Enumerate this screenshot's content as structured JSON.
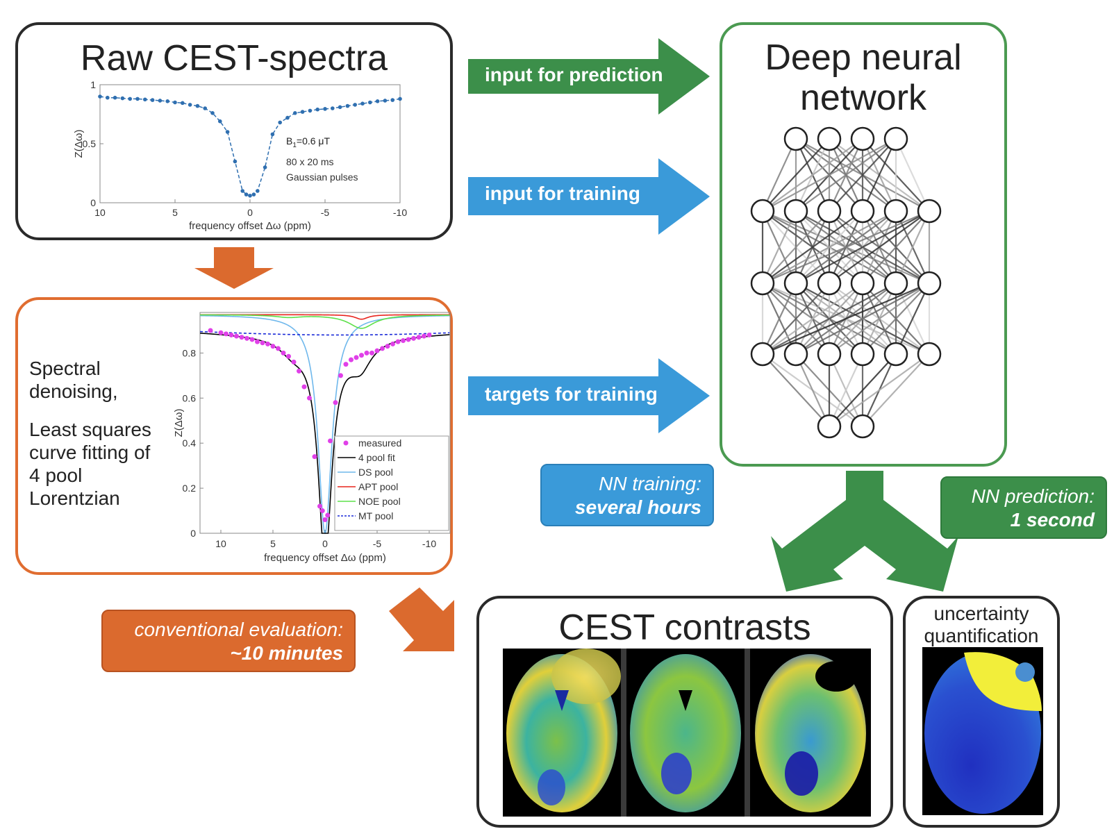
{
  "raw_spectra": {
    "title": "Raw CEST-spectra",
    "annotation": [
      "B1=0.6 μT",
      "80 x 20 ms",
      "Gaussian pulses"
    ],
    "annotation_b": "B",
    "annotation_sub": "1",
    "annotation_rest": "=0.6 μT"
  },
  "fit_panel": {
    "description_1": [
      "Spectral",
      "denoising,"
    ],
    "description_2": [
      "Least squares",
      "curve fitting of",
      "4 pool",
      "Lorentzian"
    ]
  },
  "network": {
    "title_line1": "Deep neural",
    "title_line2": "network"
  },
  "arrows": {
    "input_prediction": "input for prediction",
    "input_training": "input for training",
    "targets_training": "targets for training"
  },
  "timings": {
    "nn_training_label": "NN training:",
    "nn_training_value": "several hours",
    "nn_prediction_label": "NN prediction:",
    "nn_prediction_value": "1 second",
    "conventional_label": "conventional evaluation:",
    "conventional_value": "~10 minutes"
  },
  "contrasts": {
    "title": "CEST contrasts",
    "uncertainty_line1": "uncertainty",
    "uncertainty_line2": "quantification"
  },
  "colors": {
    "green": "#3c8f4a",
    "blue": "#3a9ad9",
    "orange": "#db6a2e",
    "dark": "#2a2a2a",
    "green_border": "#4b9a51",
    "orange_border": "#e06d30"
  },
  "chart_data": [
    {
      "type": "scatter",
      "title": "",
      "xlabel": "frequency offset Δω (ppm)",
      "ylabel": "Z(Δω)",
      "xlim": [
        10,
        -10
      ],
      "ylim": [
        0,
        1
      ],
      "xticks": [
        10,
        5,
        0,
        -5,
        -10
      ],
      "yticks": [
        0,
        0.5,
        1
      ],
      "ytick_labels": [
        "0",
        "0.5",
        "1"
      ],
      "xtick_labels": [
        "10",
        "5",
        "0",
        "-5",
        "-10"
      ],
      "series": [
        {
          "x": [
            10,
            9.5,
            9,
            8.5,
            8,
            7.5,
            7,
            6.5,
            6,
            5.5,
            5,
            4.5,
            4,
            3.5,
            3,
            2.5,
            2,
            1.5,
            1,
            0.5,
            0.25,
            0,
            -0.25,
            -0.5,
            -1,
            -1.5,
            -2,
            -2.5,
            -3,
            -3.5,
            -4,
            -4.5,
            -5,
            -5.5,
            -6,
            -6.5,
            -7,
            -7.5,
            -8,
            -8.5,
            -9,
            -9.5,
            -10
          ],
          "values": [
            0.9,
            0.89,
            0.89,
            0.885,
            0.88,
            0.88,
            0.875,
            0.87,
            0.865,
            0.86,
            0.85,
            0.845,
            0.83,
            0.82,
            0.8,
            0.76,
            0.69,
            0.6,
            0.35,
            0.1,
            0.07,
            0.06,
            0.07,
            0.1,
            0.3,
            0.58,
            0.68,
            0.72,
            0.76,
            0.77,
            0.78,
            0.79,
            0.795,
            0.8,
            0.81,
            0.82,
            0.83,
            0.84,
            0.85,
            0.86,
            0.865,
            0.87,
            0.88
          ]
        }
      ]
    },
    {
      "type": "line",
      "title": "",
      "xlabel": "frequency offset Δω (ppm)",
      "ylabel": "Z(Δω)",
      "xlim": [
        12,
        -12
      ],
      "ylim": [
        0,
        0.98
      ],
      "xticks": [
        10,
        5,
        0,
        -5,
        -10
      ],
      "xtick_labels": [
        "10",
        "5",
        "0",
        "-5",
        "-10"
      ],
      "yticks": [
        0,
        0.2,
        0.4,
        0.6,
        0.8
      ],
      "ytick_labels": [
        "0",
        "0.2",
        "0.4",
        "0.6",
        "0.8"
      ],
      "legend_position": "bottom-right",
      "series": [
        {
          "name": "measured",
          "color": "#e040e8",
          "style": "dots"
        },
        {
          "name": "4 pool fit",
          "color": "#000000",
          "style": "solid"
        },
        {
          "name": "DS pool",
          "color": "#6fb8ec",
          "style": "solid"
        },
        {
          "name": "APT pool",
          "color": "#e8231c",
          "style": "solid"
        },
        {
          "name": "NOE pool",
          "color": "#5de04a",
          "style": "solid"
        },
        {
          "name": "MT pool",
          "color": "#1a2ad8",
          "style": "dashed"
        }
      ],
      "measured": {
        "x": [
          11,
          10,
          9.5,
          9,
          8.5,
          8,
          7.5,
          7,
          6.5,
          6,
          5.5,
          5,
          4.5,
          4,
          3.5,
          3,
          2.5,
          2,
          1.5,
          1,
          0.5,
          0.25,
          0,
          -0.25,
          -0.5,
          -1,
          -1.5,
          -2,
          -2.5,
          -3,
          -3.5,
          -4,
          -4.5,
          -5,
          -5.5,
          -6,
          -6.5,
          -7,
          -7.5,
          -8,
          -8.5,
          -9,
          -9.5,
          -10
        ],
        "y": [
          0.9,
          0.89,
          0.885,
          0.88,
          0.875,
          0.87,
          0.865,
          0.86,
          0.85,
          0.845,
          0.84,
          0.83,
          0.82,
          0.8,
          0.785,
          0.76,
          0.72,
          0.65,
          0.6,
          0.34,
          0.12,
          0.1,
          0.06,
          0.08,
          0.41,
          0.58,
          0.7,
          0.75,
          0.77,
          0.78,
          0.79,
          0.8,
          0.8,
          0.81,
          0.82,
          0.83,
          0.84,
          0.85,
          0.855,
          0.86,
          0.865,
          0.87,
          0.875,
          0.88
        ]
      }
    }
  ]
}
